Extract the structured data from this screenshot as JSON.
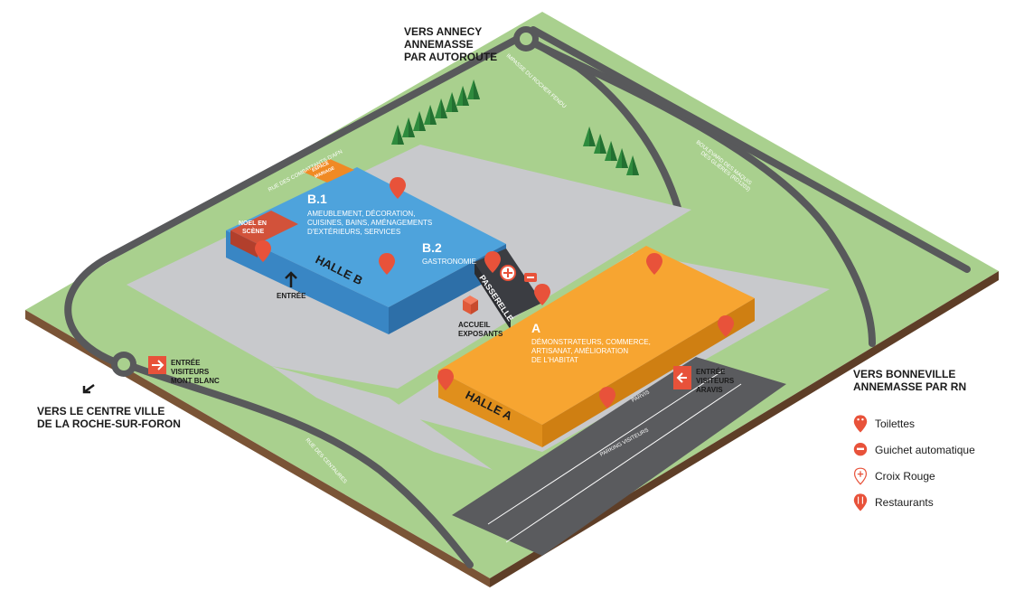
{
  "directions": {
    "annecy": "VERS ANNECY\nANNEMASSE\nPAR AUTOROUTE",
    "bonneville": "VERS BONNEVILLE\nANNEMASSE PAR RN",
    "centre_ville": "VERS LE CENTRE VILLE\nDE LA ROCHE-SUR-FORON"
  },
  "roads": {
    "combattants": "RUE DES COMBATTANTS D'AFN",
    "rocher_fendu": "IMPASSE DU ROCHER FENDU",
    "maquis_1": "BOULEVARD DES MAQUIS",
    "maquis_2": "DES GLIÈRES (RD1203)",
    "centaures": "RUE DES CENTAURES",
    "parvis": "PARVIS",
    "parking": "PARKING VISITEURS"
  },
  "buildings": {
    "b1_title": "B.1",
    "b1_desc_1": "AMEUBLEMENT, DÉCORATION,",
    "b1_desc_2": "CUISINES, BAINS, AMÉNAGEMENTS",
    "b1_desc_3": "D'EXTÉRIEURS, SERVICES",
    "b2_title": "B.2",
    "b2_desc": "GASTRONOMIE",
    "halle_b": "HALLE B",
    "noel_1": "NOEL EN",
    "noel_2": "SCÈNE",
    "espace_1": "ESPACE",
    "espace_2": "MARIAGE",
    "passerelle": "PASSERELLE",
    "a_title": "A",
    "a_desc_1": "DÉMONSTRATEURS, COMMERCE,",
    "a_desc_2": "ARTISANAT, AMÉLIORATION",
    "a_desc_3": "DE L'HABITAT",
    "halle_a": "HALLE A"
  },
  "entrances": {
    "entree": "ENTRÉE",
    "accueil_1": "ACCUEIL",
    "accueil_2": "EXPOSANTS",
    "mont_blanc_1": "ENTRÉE",
    "mont_blanc_2": "VISITEURS",
    "mont_blanc_3": "MONT BLANC",
    "aravis_1": "ENTRÉE",
    "aravis_2": "VISITEURS",
    "aravis_3": "ARAVIS"
  },
  "legend": {
    "toilettes": "Toilettes",
    "guichet": "Guichet automatique",
    "croix_rouge": "Croix Rouge",
    "restaurants": "Restaurants"
  },
  "colors": {
    "grass": "#a9d08e",
    "grass_edge": "#6f4a2f",
    "road": "#58595b",
    "lot": "#c8c9cc",
    "halle_b": "#4ea3dc",
    "halle_a": "#f7a531",
    "noel": "#d2523a",
    "espace": "#f08a24",
    "passerelle": "#3b3d42",
    "pin": "#e8523a"
  }
}
